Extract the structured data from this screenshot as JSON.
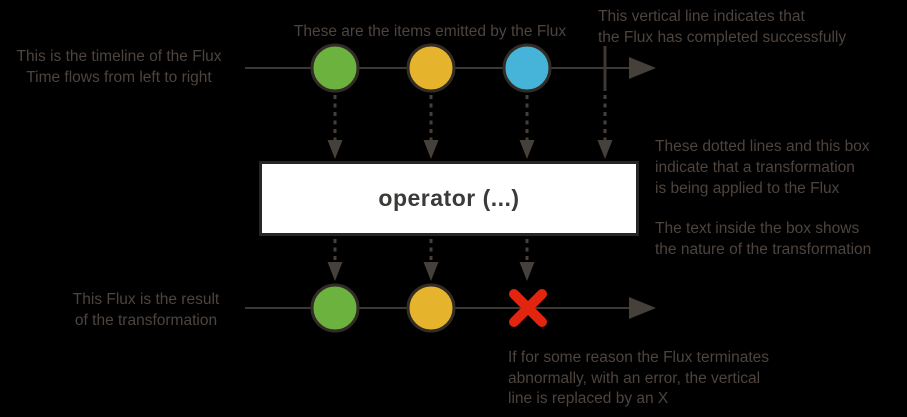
{
  "colors": {
    "background": "#000000",
    "annotation_text": "#4e443e",
    "timeline": "#3d3833",
    "arrowhead": "#46403a",
    "dotted_line": "#46403a",
    "marble_border": "#322c27",
    "marble_green": "#6bb23f",
    "marble_yellow": "#e6b32c",
    "marble_blue": "#46b3d9",
    "error_x": "#e3240f",
    "box_background": "#ffffff",
    "box_border": "#262626",
    "box_text": "#3b3a39"
  },
  "annotations": {
    "timeline": "This is the timeline of the Flux\nTime flows from left to right",
    "items": "These are the items emitted by the Flux",
    "completion": "This vertical line indicates that\nthe Flux has completed successfully",
    "transformation": "These dotted lines and this box\nindicate that a transformation\nis being applied to the Flux",
    "box_text": "The text inside the box shows\nthe nature of the transformation",
    "result": "This Flux is the result\nof the transformation",
    "error": "If for some reason the Flux terminates\nabnormally, with an error, the vertical\nline is replaced by an X"
  },
  "operator_box": {
    "label": "operator (...)"
  },
  "diagram": {
    "top_stream": {
      "marbles": [
        "green",
        "yellow",
        "blue"
      ],
      "terminal": "complete"
    },
    "bottom_stream": {
      "marbles": [
        "green",
        "yellow"
      ],
      "terminal": "error"
    }
  }
}
